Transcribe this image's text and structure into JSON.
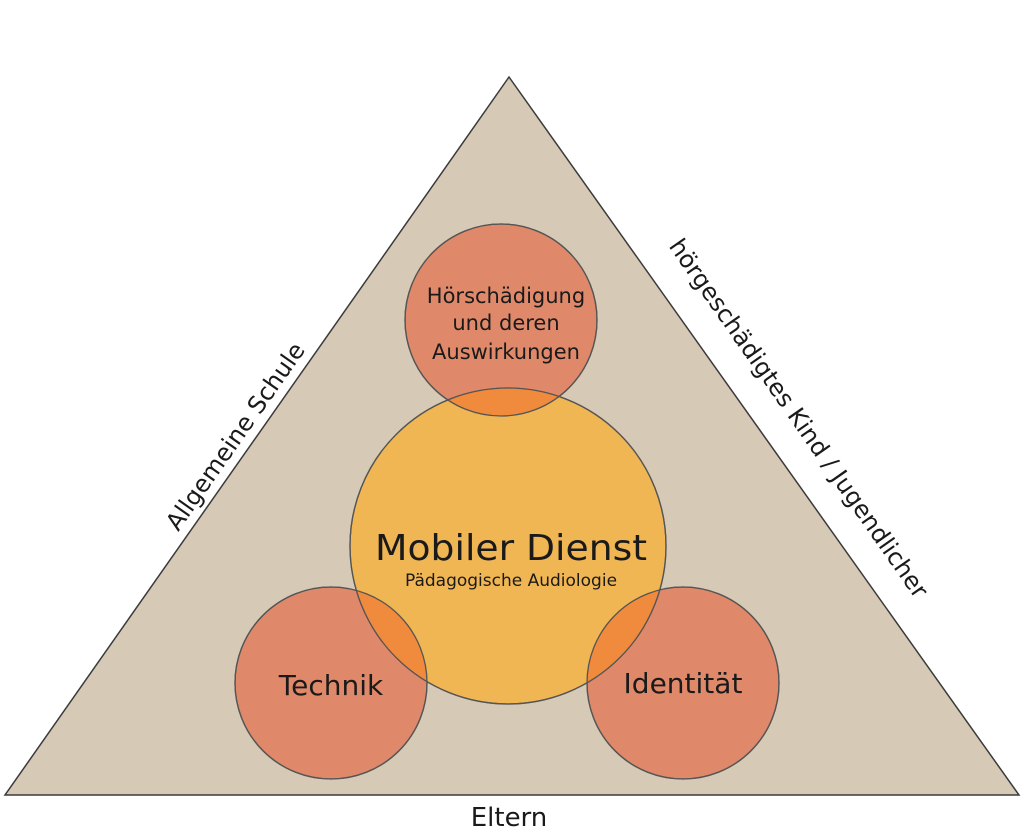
{
  "colors": {
    "triangle_fill": "#d6c9b6",
    "triangle_stroke": "#3a3a3a",
    "outer_circle_fill": "#e0896a",
    "center_circle_fill": "#f0b653",
    "overlap_fill": "#f08a3c",
    "circle_stroke": "#555555",
    "text": "#1a1a1a"
  },
  "edges": {
    "left": "Allgemeine Schule",
    "right": "hörgeschädigtes Kind / Jugendlicher",
    "bottom": "Eltern"
  },
  "center": {
    "title": "Mobiler Dienst",
    "subtitle": "Pädagogische Audiologie"
  },
  "outer_circles": {
    "top": {
      "lines": [
        "Hörschädigung",
        "und deren",
        "Auswirkungen"
      ]
    },
    "left": {
      "label": "Technik"
    },
    "right": {
      "label": "Identität"
    }
  }
}
